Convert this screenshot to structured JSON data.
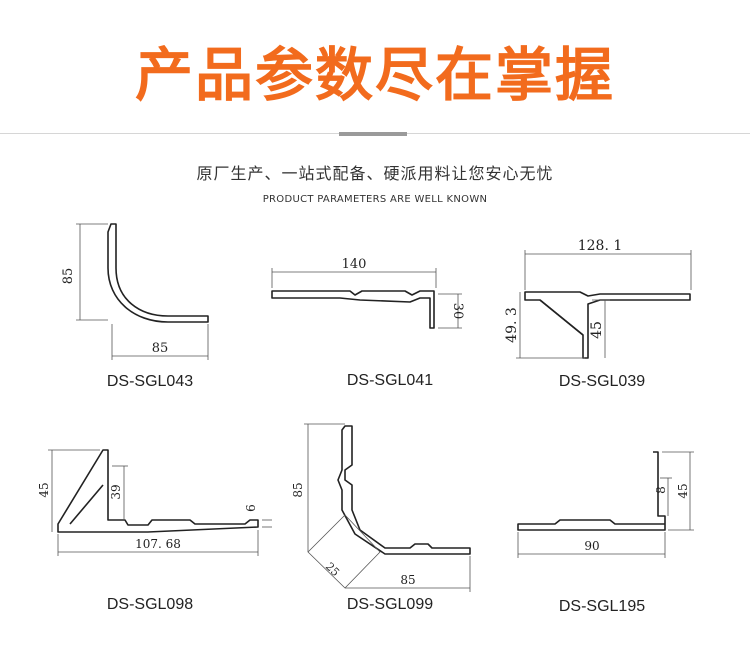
{
  "header": {
    "title": "产品参数尽在掌握",
    "subtitle_cn": "原厂生产、一站式配备、硬派用料让您安心无忧",
    "subtitle_en": "PRODUCT PARAMETERS ARE WELL KNOWN"
  },
  "colors": {
    "title": "#f26b1d",
    "line": "#222222"
  },
  "products": [
    {
      "model": "DS-SGL043",
      "dims": [
        "85",
        "85"
      ]
    },
    {
      "model": "DS-SGL041",
      "dims": [
        "140",
        "30"
      ]
    },
    {
      "model": "DS-SGL039",
      "dims": [
        "128. 1",
        "49. 3",
        "45"
      ]
    },
    {
      "model": "DS-SGL098",
      "dims": [
        "45",
        "39",
        "6",
        "107. 68"
      ]
    },
    {
      "model": "DS-SGL099",
      "dims": [
        "85",
        "25",
        "85"
      ]
    },
    {
      "model": "DS-SGL195",
      "dims": [
        "8",
        "45",
        "90"
      ]
    }
  ]
}
